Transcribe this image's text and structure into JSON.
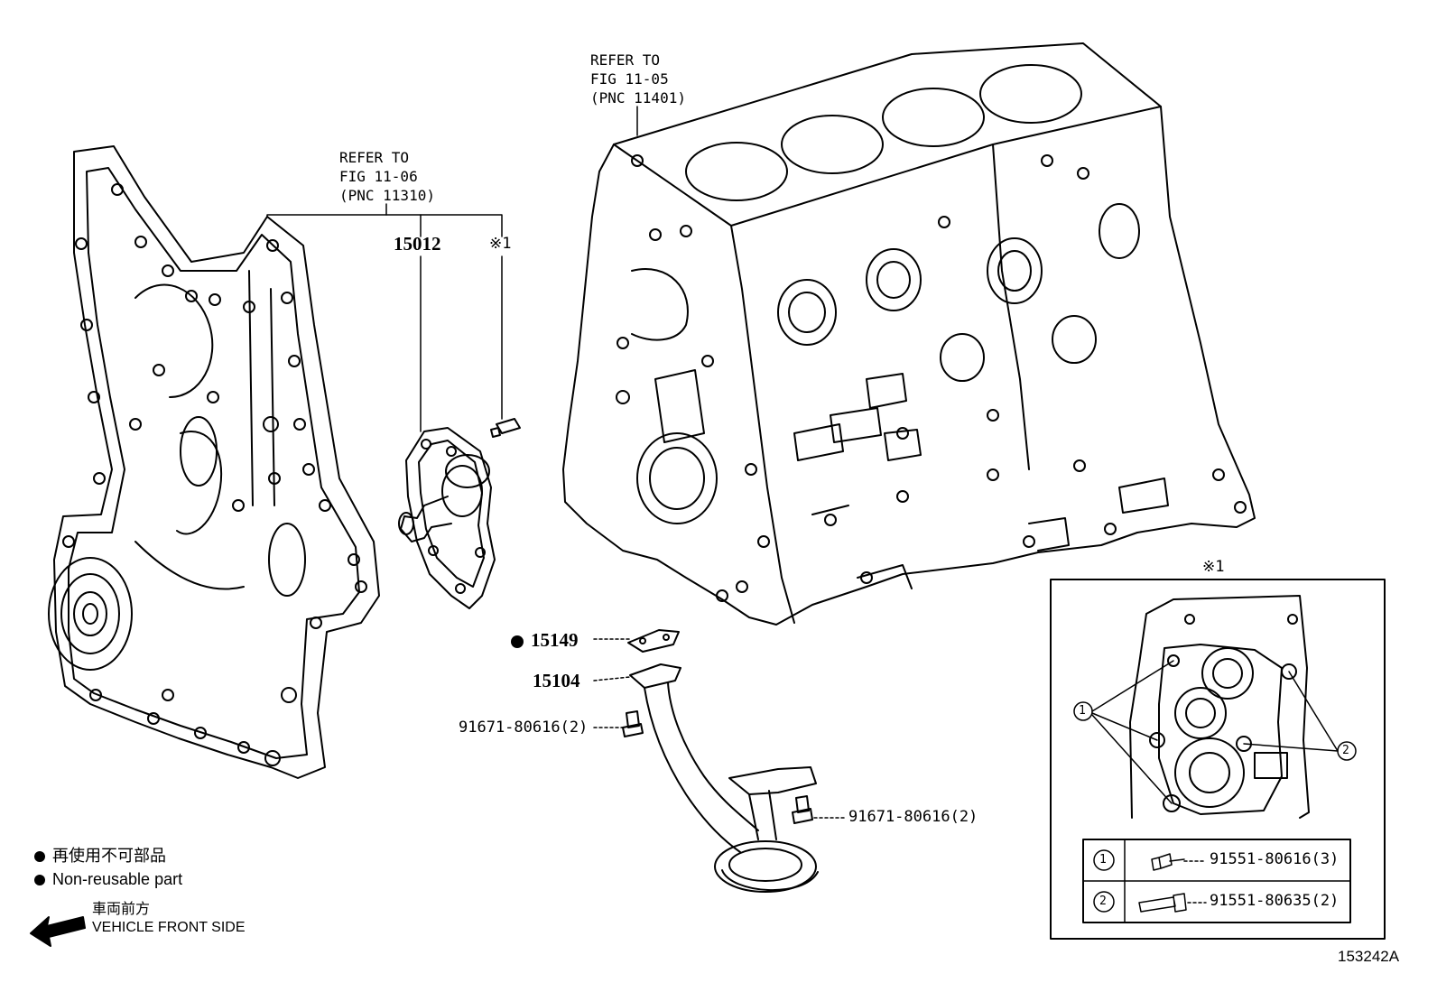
{
  "refer_1106": {
    "line1": "REFER TO",
    "line2": "FIG 11-06",
    "line3": "(PNC 11310)"
  },
  "refer_1105": {
    "line1": "REFER TO",
    "line2": "FIG 11-05",
    "line3": "(PNC 11401)"
  },
  "parts": {
    "water_pump": "15012",
    "note_mark": "※1",
    "gasket": "15149",
    "strainer": "15104",
    "bolt_upper": "91671-80616(2)",
    "bolt_lower": "91671-80616(2)"
  },
  "detail": {
    "title": "※1",
    "callout_1": "1",
    "callout_2": "2",
    "rows": [
      {
        "index": "1",
        "part": "91551-80616(3)"
      },
      {
        "index": "2",
        "part": "91551-80635(2)"
      }
    ]
  },
  "legend": {
    "jp_nonreusable": "再使用不可部品",
    "en_nonreusable": "Non-reusable part",
    "jp_front": "車両前方",
    "en_front": "VEHICLE FRONT SIDE"
  },
  "figure_id": "153242A"
}
